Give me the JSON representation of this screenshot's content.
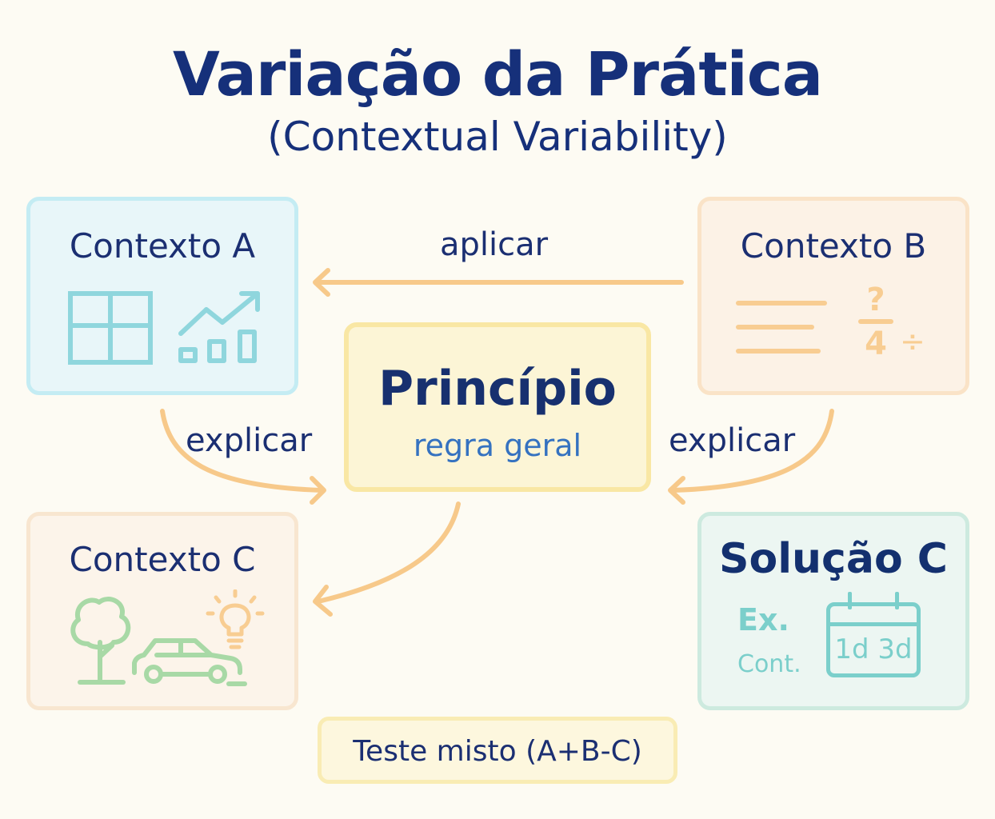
{
  "title": "Variação da Prática",
  "subtitle": "(Contextual Variability)",
  "contexts": {
    "a": {
      "title": "Contexto A"
    },
    "b": {
      "title": "Contexto B",
      "fraction_top": "?",
      "fraction_bottom": "4",
      "operator": "÷"
    },
    "c": {
      "title": "Contexto C"
    }
  },
  "principle": {
    "title": "Princípio",
    "subtitle": "regra geral"
  },
  "solution": {
    "title": "Solução C",
    "ex_label": "Ex.",
    "cont_label": "Cont.",
    "calendar_text": "1d 3d"
  },
  "edges": {
    "apply": "aplicar",
    "explain_left": "explicar",
    "explain_right": "explicar"
  },
  "test": {
    "label": "Teste misto (A+B-C)"
  },
  "colors": {
    "title": "#16307a",
    "arrow": "#f7c98a",
    "teal_icon": "#8fd6dd",
    "orange_icon": "#f8cd92",
    "green_icon": "#a8d9a6",
    "solution_icon": "#7bcfcb"
  },
  "icons": [
    "grid-icon",
    "bar-chart-trend-icon",
    "text-lines-icon",
    "tree-icon",
    "car-icon",
    "lightbulb-icon",
    "calendar-icon"
  ]
}
